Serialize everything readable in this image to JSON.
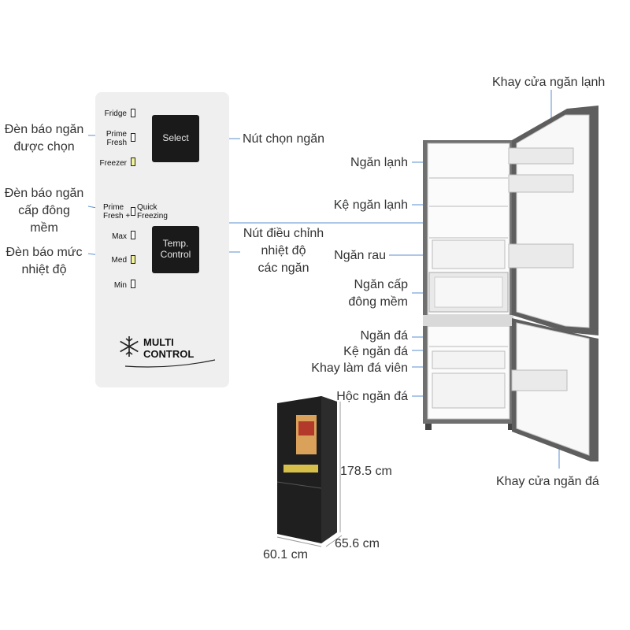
{
  "control_panel": {
    "fridge": "Fridge",
    "prime_fresh_1": "Prime",
    "prime_fresh_2": "Fresh",
    "freezer": "Freezer",
    "select_button": "Select",
    "prime_fresh_plus_1": "Prime",
    "prime_fresh_plus_2": "Fresh +",
    "quick_freezing_1": "Quick",
    "quick_freezing_2": "Freezing",
    "max": "Max",
    "med": "Med",
    "min": "Min",
    "temp_button_1": "Temp.",
    "temp_button_2": "Control",
    "multi_1": "MULTI",
    "multi_2": "CONTROL"
  },
  "left_labels": {
    "selected_indicator_1": "Đèn báo ngăn",
    "selected_indicator_2": "được chọn",
    "soft_freeze_indicator_1": "Đèn báo ngăn",
    "soft_freeze_indicator_2": "cấp đông",
    "soft_freeze_indicator_3": "mềm",
    "temp_level_indicator_1": "Đèn báo mức",
    "temp_level_indicator_2": "nhiệt độ"
  },
  "middle_labels": {
    "select_button_label": "Nút chọn ngăn",
    "temp_adjust_1": "Nút điều chỉnh",
    "temp_adjust_2": "nhiệt độ",
    "temp_adjust_3": "các ngăn"
  },
  "fridge_labels": {
    "fridge_door_tray": "Khay cửa ngăn lạnh",
    "fridge_compartment": "Ngăn lạnh",
    "fridge_shelf": "Kệ ngăn lạnh",
    "vegetable_drawer": "Ngăn rau",
    "soft_freeze_1": "Ngăn cấp",
    "soft_freeze_2": "đông mềm",
    "freezer_compartment": "Ngăn đá",
    "freezer_shelf": "Kệ ngăn đá",
    "ice_tray": "Khay làm đá viên",
    "freezer_drawer": "Hộc ngăn đá",
    "freezer_door_tray": "Khay cửa ngăn đá"
  },
  "dimensions": {
    "height": "178.5 cm",
    "depth": "65.6 cm",
    "width": "60.1 cm"
  }
}
